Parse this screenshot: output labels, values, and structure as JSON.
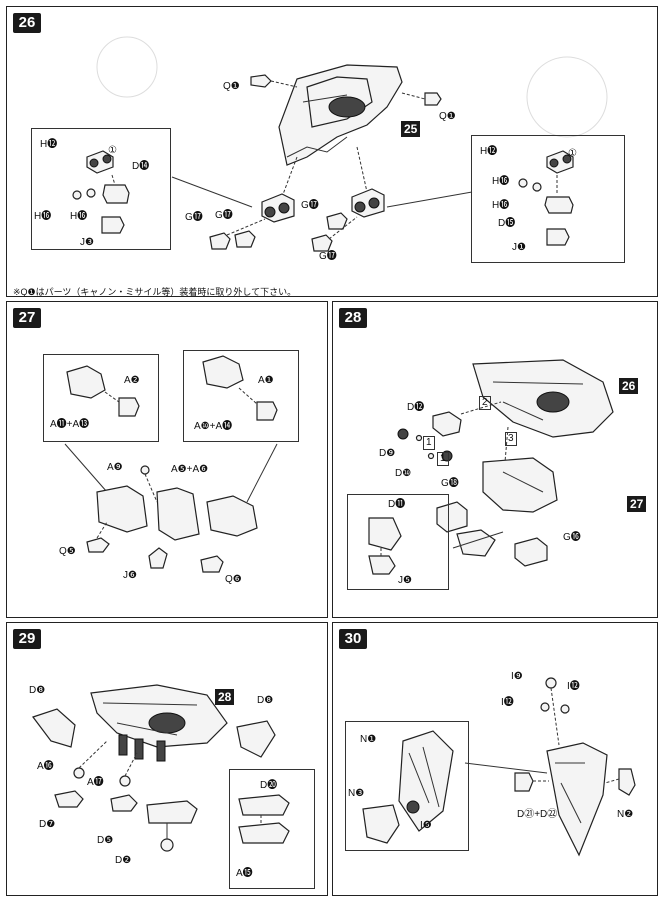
{
  "steps": {
    "s26": {
      "number": "26",
      "subassembly": "25",
      "labels": [
        "Q❶",
        "Q❶",
        "G⓱",
        "G⓱",
        "G⓱",
        "G⓱"
      ],
      "callout_left": [
        "H⓬",
        "①",
        "D⓮",
        "H⓰",
        "H⓰",
        "J❸"
      ],
      "callout_right": [
        "H⓬",
        "①",
        "H⓰",
        "H⓰",
        "D⓯",
        "J❶"
      ],
      "note": "※Q❶はパーツ（キャノン・ミサイル等）装着時に取り外して下さい。"
    },
    "s27": {
      "number": "27",
      "callout_left": [
        "A❷",
        "A⓫+A⓭"
      ],
      "callout_right": [
        "A❶",
        "A❿+A⓮"
      ],
      "labels": [
        "A❾",
        "A❺+A❻",
        "Q❺",
        "J❻",
        "Q❻"
      ]
    },
    "s28": {
      "number": "28",
      "subassembly_top": "26",
      "subassembly_bottom": "27",
      "labels": [
        "D⓬",
        "D❾",
        "D❿",
        "G⓲",
        "G⓰"
      ],
      "arrows": [
        "1",
        "1",
        "2",
        "3"
      ],
      "callout": [
        "D⓫",
        "J❺"
      ]
    },
    "s29": {
      "number": "29",
      "subassembly": "28",
      "labels": [
        "D❽",
        "D❽",
        "A⓰",
        "A⓱",
        "D❼",
        "D❺",
        "D❷"
      ],
      "callout": [
        "D⓴",
        "A⓯"
      ]
    },
    "s30": {
      "number": "30",
      "labels": [
        "I❾",
        "I⓬",
        "I⓬",
        "D㉑+D㉒",
        "N❷"
      ],
      "callout": [
        "N❶",
        "N❸",
        "I❽"
      ]
    }
  }
}
